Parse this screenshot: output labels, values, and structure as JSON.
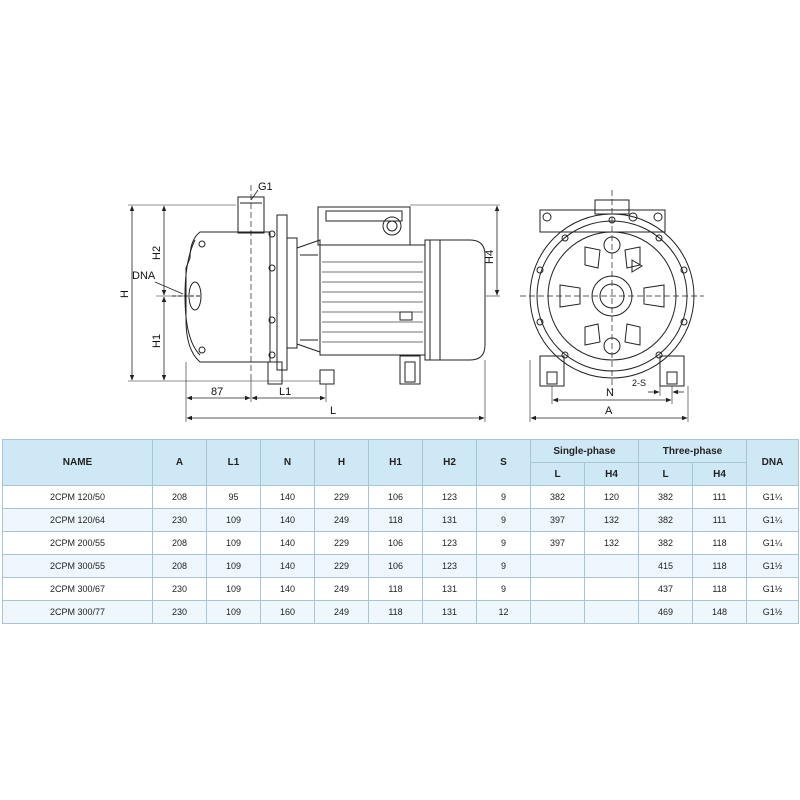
{
  "drawing": {
    "labels": {
      "g1": "G1",
      "h2": "H2",
      "h": "H",
      "dna": "DNA",
      "h1": "H1",
      "h4": "H4",
      "dim_87": "87",
      "l1": "L1",
      "l": "L",
      "n": "N",
      "two_s": "2-S",
      "a": "A"
    }
  },
  "table": {
    "headers": {
      "name": "NAME",
      "a": "A",
      "l1": "L1",
      "n": "N",
      "h": "H",
      "h1": "H1",
      "h2": "H2",
      "s": "S",
      "single_phase": "Single-phase",
      "three_phase": "Three-phase",
      "dna": "DNA",
      "sp_l": "L",
      "sp_h4": "H4",
      "tp_l": "L",
      "tp_h4": "H4"
    },
    "rows": [
      [
        "2CPM 120/50",
        "208",
        "95",
        "140",
        "229",
        "106",
        "123",
        "9",
        "382",
        "120",
        "382",
        "111",
        "G1¼"
      ],
      [
        "2CPM 120/64",
        "230",
        "109",
        "140",
        "249",
        "118",
        "131",
        "9",
        "397",
        "132",
        "382",
        "111",
        "G1¼"
      ],
      [
        "2CPM 200/55",
        "208",
        "109",
        "140",
        "229",
        "106",
        "123",
        "9",
        "397",
        "132",
        "382",
        "118",
        "G1¼"
      ],
      [
        "2CPM 300/55",
        "208",
        "109",
        "140",
        "229",
        "106",
        "123",
        "9",
        "",
        "",
        "415",
        "118",
        "G1½"
      ],
      [
        "2CPM 300/67",
        "230",
        "109",
        "140",
        "249",
        "118",
        "131",
        "9",
        "",
        "",
        "437",
        "118",
        "G1½"
      ],
      [
        "2CPM 300/77",
        "230",
        "109",
        "160",
        "249",
        "118",
        "131",
        "12",
        "",
        "",
        "469",
        "148",
        "G1½"
      ]
    ]
  }
}
